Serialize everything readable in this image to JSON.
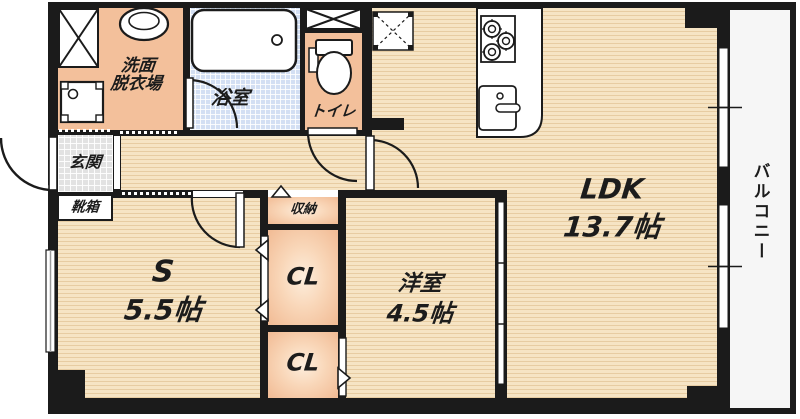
{
  "plan": {
    "type": "apartment-floorplan",
    "rooms": {
      "washroom": {
        "label_line1": "洗面",
        "label_line2": "脱衣場"
      },
      "bathroom": {
        "label": "浴室"
      },
      "toilet": {
        "label": "トイレ"
      },
      "entrance": {
        "label": "玄関"
      },
      "shoe_cabinet": {
        "label": "靴箱"
      },
      "service_room": {
        "label": "S",
        "size": "5.5帖"
      },
      "storage": {
        "label": "収納"
      },
      "closet_upper": {
        "label": "CL"
      },
      "closet_lower": {
        "label": "CL"
      },
      "western_room": {
        "label": "洋室",
        "size": "4.5帖"
      },
      "ldk": {
        "label": "LDK",
        "size": "13.7帖"
      },
      "balcony": {
        "label": "バルコニー"
      }
    },
    "icons": [
      "bathtub-icon",
      "washbasin-icon",
      "washing-machine-pan-icon",
      "toilet-icon",
      "stove-icon",
      "kitchen-sink-icon",
      "refrigerator-space-icon",
      "shaft-x-icon",
      "pipe-space-x-icon",
      "door-swing-arc",
      "folding-door-arrow",
      "sliding-window"
    ],
    "colors": {
      "wall": "#1b1b1b",
      "floor_wood": "#f6e4c4",
      "floor_stripe": "#e7cca2",
      "room_peach": "#f3c09b",
      "closet_highlight": "#fdeedd",
      "bathroom_tile": "#d3dff3",
      "entrance_tile": "#e2e2e2",
      "balcony": "#f6f6f6",
      "fixture": "#ffffff",
      "text": "#1c1c1c"
    }
  }
}
